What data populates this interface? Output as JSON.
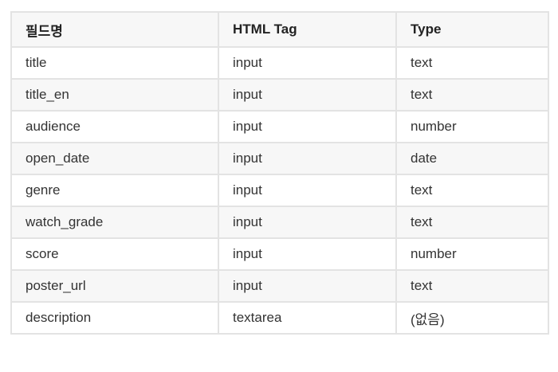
{
  "table": {
    "headers": [
      "필드명",
      "HTML Tag",
      "Type"
    ],
    "rows": [
      [
        "title",
        "input",
        "text"
      ],
      [
        "title_en",
        "input",
        "text"
      ],
      [
        "audience",
        "input",
        "number"
      ],
      [
        "open_date",
        "input",
        "date"
      ],
      [
        "genre",
        "input",
        "text"
      ],
      [
        "watch_grade",
        "input",
        "text"
      ],
      [
        "score",
        "input",
        "number"
      ],
      [
        "poster_url",
        "input",
        "text"
      ],
      [
        "description",
        "textarea",
        "(없음)"
      ]
    ]
  }
}
